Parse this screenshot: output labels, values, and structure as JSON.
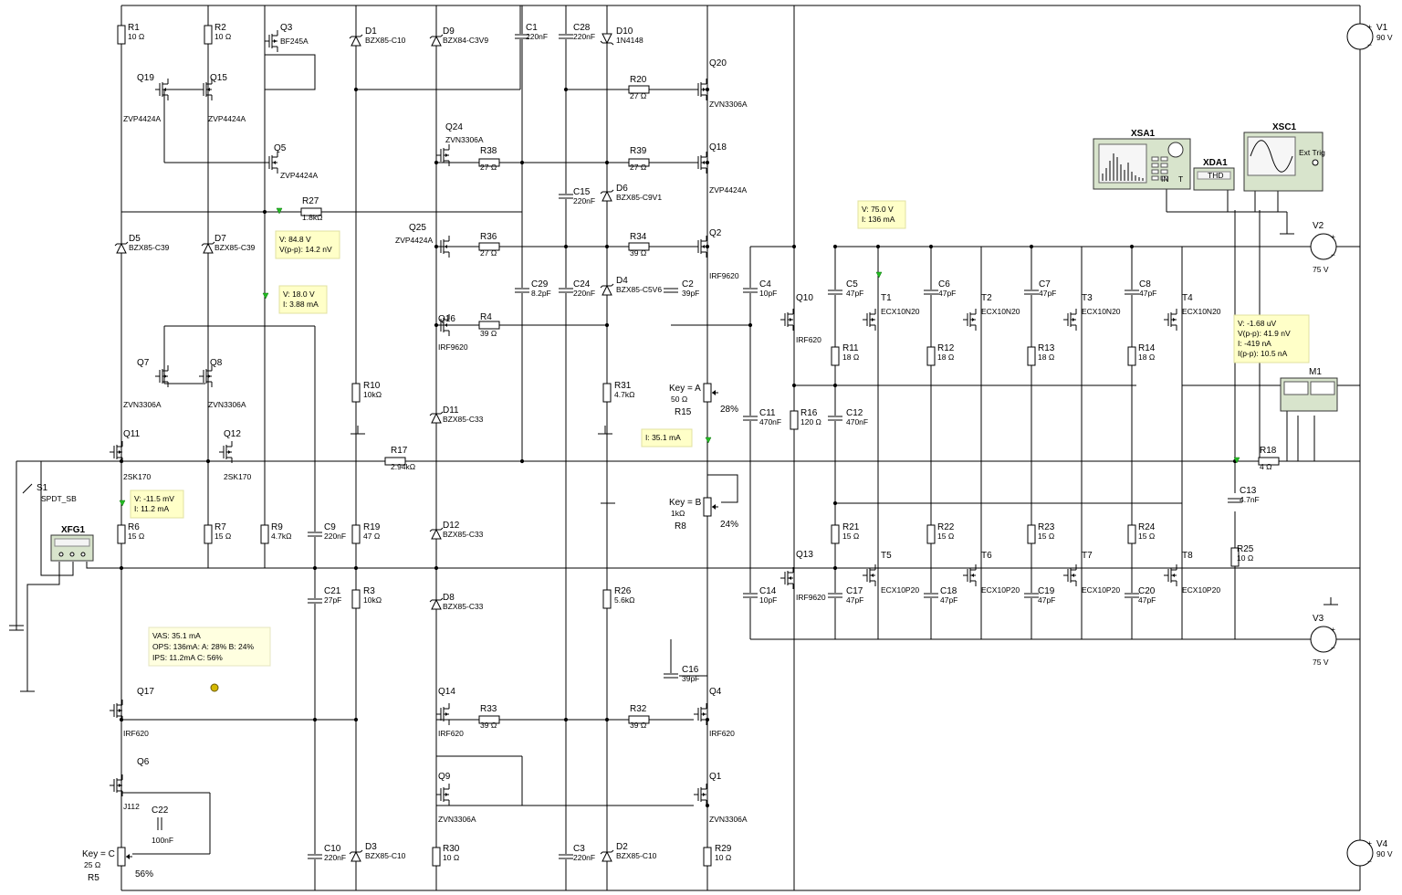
{
  "resistors": [
    {
      "ref": "R1",
      "value": "10 Ω"
    },
    {
      "ref": "R2",
      "value": "10 Ω"
    },
    {
      "ref": "R27",
      "value": "1.8kΩ"
    },
    {
      "ref": "R38",
      "value": "27 Ω"
    },
    {
      "ref": "R20",
      "value": "27 Ω"
    },
    {
      "ref": "R39",
      "value": "27 Ω"
    },
    {
      "ref": "R36",
      "value": "27 Ω"
    },
    {
      "ref": "R34",
      "value": "39 Ω"
    },
    {
      "ref": "R4",
      "value": "39 Ω"
    },
    {
      "ref": "R10",
      "value": "10kΩ"
    },
    {
      "ref": "R31",
      "value": "4.7kΩ"
    },
    {
      "ref": "R17",
      "value": "2.94kΩ"
    },
    {
      "ref": "R16",
      "value": "120 Ω"
    },
    {
      "ref": "R11",
      "value": "18 Ω"
    },
    {
      "ref": "R12",
      "value": "18 Ω"
    },
    {
      "ref": "R13",
      "value": "18 Ω"
    },
    {
      "ref": "R14",
      "value": "18 Ω"
    },
    {
      "ref": "R6",
      "value": "15 Ω"
    },
    {
      "ref": "R7",
      "value": "15 Ω"
    },
    {
      "ref": "R9",
      "value": "4.7kΩ"
    },
    {
      "ref": "R19",
      "value": "47 Ω"
    },
    {
      "ref": "R3",
      "value": "10kΩ"
    },
    {
      "ref": "R26",
      "value": "5.6kΩ"
    },
    {
      "ref": "R21",
      "value": "15 Ω"
    },
    {
      "ref": "R22",
      "value": "15 Ω"
    },
    {
      "ref": "R23",
      "value": "15 Ω"
    },
    {
      "ref": "R24",
      "value": "15 Ω"
    },
    {
      "ref": "R25",
      "value": "10 Ω"
    },
    {
      "ref": "R18",
      "value": "4 Ω"
    },
    {
      "ref": "R33",
      "value": "39 Ω"
    },
    {
      "ref": "R32",
      "value": "39 Ω"
    },
    {
      "ref": "R30",
      "value": "10 Ω"
    },
    {
      "ref": "R29",
      "value": "10 Ω"
    }
  ],
  "capacitors": [
    {
      "ref": "C1",
      "value": "220nF"
    },
    {
      "ref": "C28",
      "value": "220nF"
    },
    {
      "ref": "C15",
      "value": "220nF"
    },
    {
      "ref": "C29",
      "value": "8.2pF"
    },
    {
      "ref": "C24",
      "value": "220nF"
    },
    {
      "ref": "C2",
      "value": "39pF"
    },
    {
      "ref": "C4",
      "value": "10pF"
    },
    {
      "ref": "C5",
      "value": "47pF"
    },
    {
      "ref": "C6",
      "value": "47pF"
    },
    {
      "ref": "C7",
      "value": "47pF"
    },
    {
      "ref": "C8",
      "value": "47pF"
    },
    {
      "ref": "C11",
      "value": "470nF"
    },
    {
      "ref": "C12",
      "value": "470nF"
    },
    {
      "ref": "C9",
      "value": "220nF"
    },
    {
      "ref": "C21",
      "value": "27pF"
    },
    {
      "ref": "C13",
      "value": "4.7nF"
    },
    {
      "ref": "C14",
      "value": "10pF"
    },
    {
      "ref": "C17",
      "value": "47pF"
    },
    {
      "ref": "C18",
      "value": "47pF"
    },
    {
      "ref": "C19",
      "value": "47pF"
    },
    {
      "ref": "C20",
      "value": "47pF"
    },
    {
      "ref": "C16",
      "value": "39pF"
    },
    {
      "ref": "C22",
      "value": "100nF"
    },
    {
      "ref": "C10",
      "value": "220nF"
    },
    {
      "ref": "C3",
      "value": "220nF"
    }
  ],
  "diodes": [
    {
      "ref": "D1",
      "value": "BZX85-C10"
    },
    {
      "ref": "D9",
      "value": "BZX84-C3V9"
    },
    {
      "ref": "D10",
      "value": "1N4148"
    },
    {
      "ref": "D6",
      "value": "BZX85-C9V1"
    },
    {
      "ref": "D4",
      "value": "BZX85-C5V6"
    },
    {
      "ref": "D5",
      "value": "BZX85-C39"
    },
    {
      "ref": "D7",
      "value": "BZX85-C39"
    },
    {
      "ref": "D11",
      "value": "BZX85-C33"
    },
    {
      "ref": "D12",
      "value": "BZX85-C33"
    },
    {
      "ref": "D8",
      "value": "BZX85-C33"
    },
    {
      "ref": "D3",
      "value": "BZX85-C10"
    },
    {
      "ref": "D2",
      "value": "BZX85-C10"
    }
  ],
  "transistors": [
    {
      "ref": "Q3",
      "value": "BF245A"
    },
    {
      "ref": "Q19",
      "value": "ZVP4424A"
    },
    {
      "ref": "Q15",
      "value": "ZVP4424A"
    },
    {
      "ref": "Q5",
      "value": "ZVP4424A"
    },
    {
      "ref": "Q24",
      "value": "ZVN3306A"
    },
    {
      "ref": "Q20",
      "value": "ZVN3306A"
    },
    {
      "ref": "Q18",
      "value": "ZVP4424A"
    },
    {
      "ref": "Q25",
      "value": "ZVP4424A"
    },
    {
      "ref": "Q2",
      "value": "IRF9620"
    },
    {
      "ref": "Q16",
      "value": "IRF9620"
    },
    {
      "ref": "Q10",
      "value": "IRF620"
    },
    {
      "ref": "Q7",
      "value": "ZVN3306A"
    },
    {
      "ref": "Q8",
      "value": "ZVN3306A"
    },
    {
      "ref": "Q11",
      "value": "2SK170"
    },
    {
      "ref": "Q12",
      "value": "2SK170"
    },
    {
      "ref": "Q13",
      "value": "IRF9620"
    },
    {
      "ref": "Q17",
      "value": "IRF620"
    },
    {
      "ref": "Q6",
      "value": "J112"
    },
    {
      "ref": "Q14",
      "value": "IRF620"
    },
    {
      "ref": "Q4",
      "value": "IRF620"
    },
    {
      "ref": "Q9",
      "value": "ZVN3306A"
    },
    {
      "ref": "Q1",
      "value": "ZVN3306A"
    },
    {
      "ref": "T1",
      "value": "ECX10N20"
    },
    {
      "ref": "T2",
      "value": "ECX10N20"
    },
    {
      "ref": "T3",
      "value": "ECX10N20"
    },
    {
      "ref": "T4",
      "value": "ECX10N20"
    },
    {
      "ref": "T5",
      "value": "ECX10P20"
    },
    {
      "ref": "T6",
      "value": "ECX10P20"
    },
    {
      "ref": "T7",
      "value": "ECX10P20"
    },
    {
      "ref": "T8",
      "value": "ECX10P20"
    }
  ],
  "potentiometers": [
    {
      "ref": "R15",
      "key": "Key = A",
      "value": "50 Ω",
      "percent": "28%"
    },
    {
      "ref": "R8",
      "key": "Key = B",
      "value": "1kΩ",
      "percent": "24%"
    },
    {
      "ref": "R5",
      "key": "Key = C",
      "value": "25 Ω",
      "percent": "56%"
    }
  ],
  "sources": [
    {
      "ref": "V1",
      "value": "90 V"
    },
    {
      "ref": "V2",
      "value": "75 V"
    },
    {
      "ref": "V3",
      "value": "75 V"
    },
    {
      "ref": "V4",
      "value": "90 V"
    }
  ],
  "switch": {
    "ref": "S1",
    "value": "SPDT_SB"
  },
  "instruments": {
    "xfg": "XFG1",
    "xsa": "XSA1",
    "xda": "XDA1",
    "xda_text": "THD",
    "xsc": "XSC1",
    "xsc_trig": "Ext Trig",
    "xsa_in": "IN",
    "xsa_t": "T",
    "xmm": "M1"
  },
  "probes": [
    {
      "lines": [
        "V: 84.8 V",
        "V(p-p): 14.2 nV"
      ]
    },
    {
      "lines": [
        "V: 18.0 V",
        "I: 3.88 mA"
      ]
    },
    {
      "lines": [
        "V: 75.0 V",
        "I: 136 mA"
      ]
    },
    {
      "lines": [
        "V: -1.68 uV",
        "V(p-p): 41.9 nV",
        "I: -419 nA",
        "I(p-p): 10.5 nA"
      ]
    },
    {
      "lines": [
        "I: 35.1 mA"
      ]
    },
    {
      "lines": [
        "V: -11.5 mV",
        "I: 11.2 mA"
      ]
    }
  ],
  "note": {
    "lines": [
      "VAS: 35.1 mA",
      "OPS: 136mA: A: 28% B: 24%",
      "IPS: 11.2mA C: 56%"
    ]
  }
}
